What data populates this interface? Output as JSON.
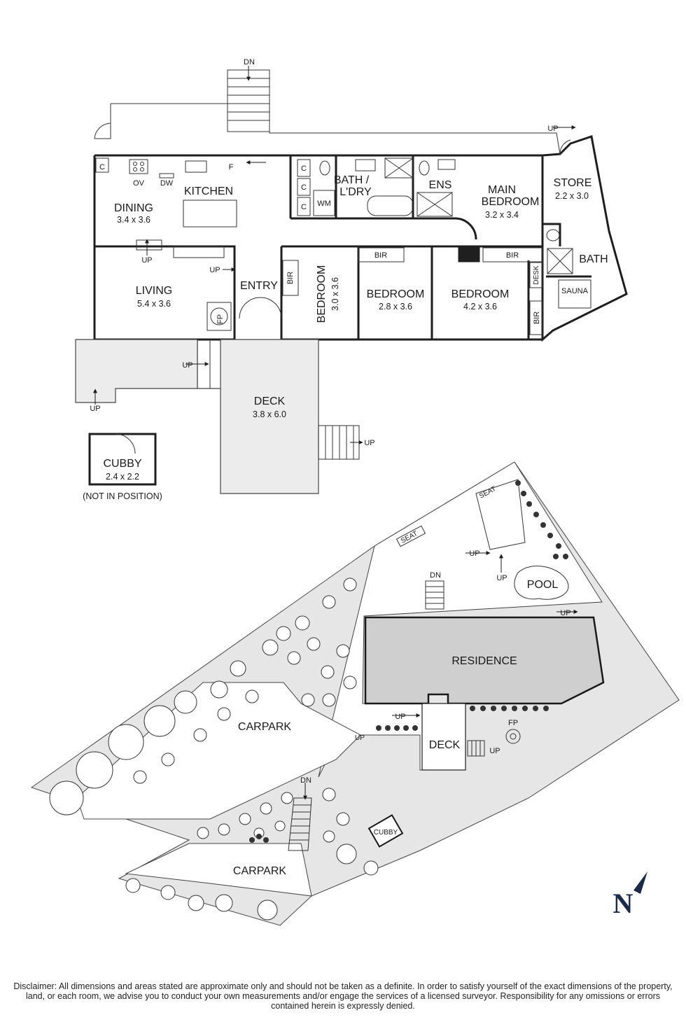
{
  "floor_plan": {
    "rooms": {
      "kitchen": {
        "name": "KITCHEN"
      },
      "dining": {
        "name": "DINING",
        "dim": "3.4 x 3.6"
      },
      "living": {
        "name": "LIVING",
        "dim": "5.4 x 3.6"
      },
      "entry": {
        "name": "ENTRY"
      },
      "bath_ldry": {
        "name_line1": "BATH /",
        "name_line2": "L'DRY"
      },
      "ens": {
        "name": "ENS"
      },
      "main_bedroom": {
        "name_line1": "MAIN",
        "name_line2": "BEDROOM",
        "dim": "3.2 x 3.4"
      },
      "store": {
        "name": "STORE",
        "dim": "2.2 x 3.0"
      },
      "bath": {
        "name": "BATH"
      },
      "sauna": {
        "name": "SAUNA"
      },
      "bedroom1": {
        "name": "BEDROOM",
        "dim": "3.0 x 3.6"
      },
      "bedroom2": {
        "name": "BEDROOM",
        "dim": "2.8 x 3.6"
      },
      "bedroom3": {
        "name": "BEDROOM",
        "dim": "4.2 x 3.6"
      },
      "deck": {
        "name": "DECK",
        "dim": "3.8 x 6.0"
      },
      "cubby": {
        "name": "CUBBY",
        "dim": "2.4 x 2.2",
        "note": "(NOT IN POSITION)"
      }
    },
    "labels": {
      "dn": "DN",
      "up": "UP",
      "c": "C",
      "f": "F",
      "ov": "OV",
      "dw": "DW",
      "wm": "WM",
      "bir": "BIR",
      "desk": "DESK",
      "fp": "FP"
    }
  },
  "site_plan": {
    "residence": "RESIDENCE",
    "pool": "POOL",
    "seat": "SEAT",
    "carpark": "CARPARK",
    "deck": "DECK",
    "cubby": "CUBBY",
    "fp": "FP",
    "up": "UP",
    "dn": "DN",
    "north": "N"
  },
  "disclaimer": "Disclaimer: All dimensions and areas stated are approximate only and should not be taken as a definite. In order to satisfy yourself of the exact dimensions of the property, land, or each room, we advise you to conduct your own measurements and/or engage the services of a licensed surveyor. Responsibility for any omissions or errors contained herein is expressly denied.",
  "colors": {
    "wall": "#1f1f1f",
    "ground": "#e6e6e6",
    "ink": "#1a1a1a"
  }
}
